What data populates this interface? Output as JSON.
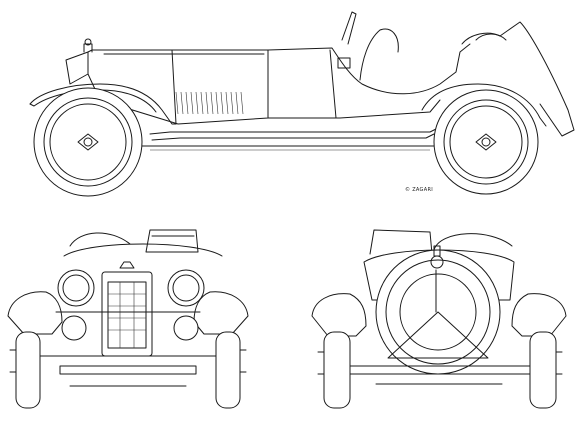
{
  "credit": "© ZAGARI",
  "views": [
    "side-view",
    "front-view",
    "rear-view"
  ],
  "line_color": "#1a1a1a",
  "background": "#ffffff"
}
